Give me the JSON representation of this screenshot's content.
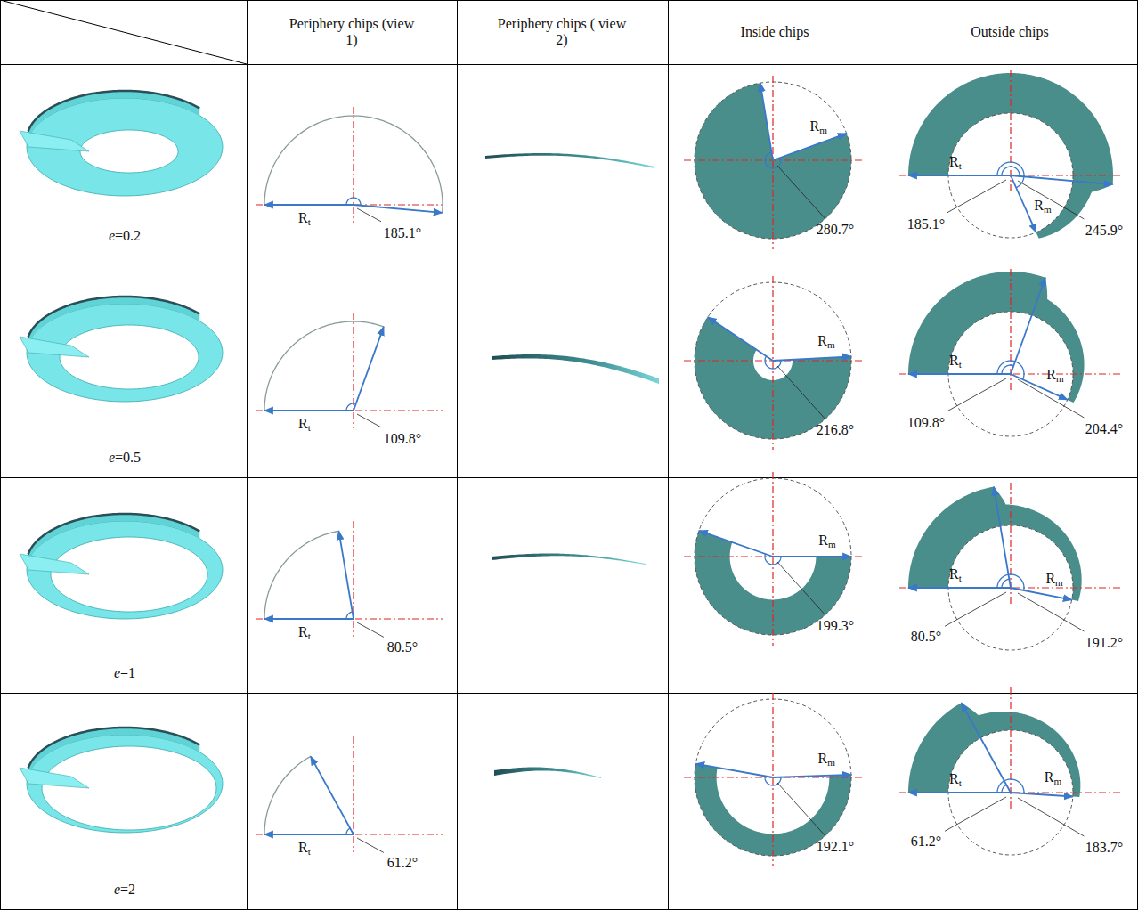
{
  "diagram": {
    "labels": [
      "Periphery chips (view 1)",
      "Periphery chips ( view 2)",
      "Inside chips",
      "Outside chips",
      "e=0.2",
      "Rt",
      "185.1°",
      "Rm",
      "280.7°",
      "Rt",
      "Rm",
      "185.1°",
      "245.9°",
      "e=0.5",
      "Rt",
      "109.8°",
      "Rm",
      "216.8°",
      "Rt",
      "Rm",
      "109.8°",
      "204.4°",
      "e=1",
      "Rt",
      "80.5°",
      "Rm",
      "199.3°",
      "Rt",
      "Rm",
      "80.5°",
      "191.2°",
      "e=2",
      "Rt",
      "61.2°",
      "Rm",
      "192.1°",
      "Rt",
      "Rm",
      "61.2°",
      "183.7°"
    ]
  }
}
